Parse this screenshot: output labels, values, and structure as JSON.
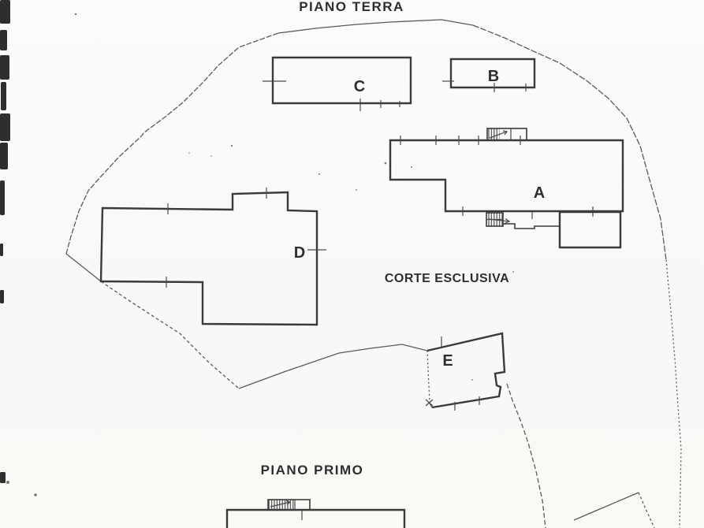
{
  "page": {
    "paper_color": "#fafaf8",
    "ink_color": "#3a3a3a",
    "boundary_color": "#5a5a5a"
  },
  "plan": {
    "top_floor_label": "PIANO TERRA",
    "bottom_floor_label": "PIANO PRIMO",
    "courtyard_label": "CORTE ESCLUSIVA",
    "buildings": [
      {
        "label": "A"
      },
      {
        "label": "B"
      },
      {
        "label": "C"
      },
      {
        "label": "D"
      },
      {
        "label": "E"
      }
    ]
  }
}
